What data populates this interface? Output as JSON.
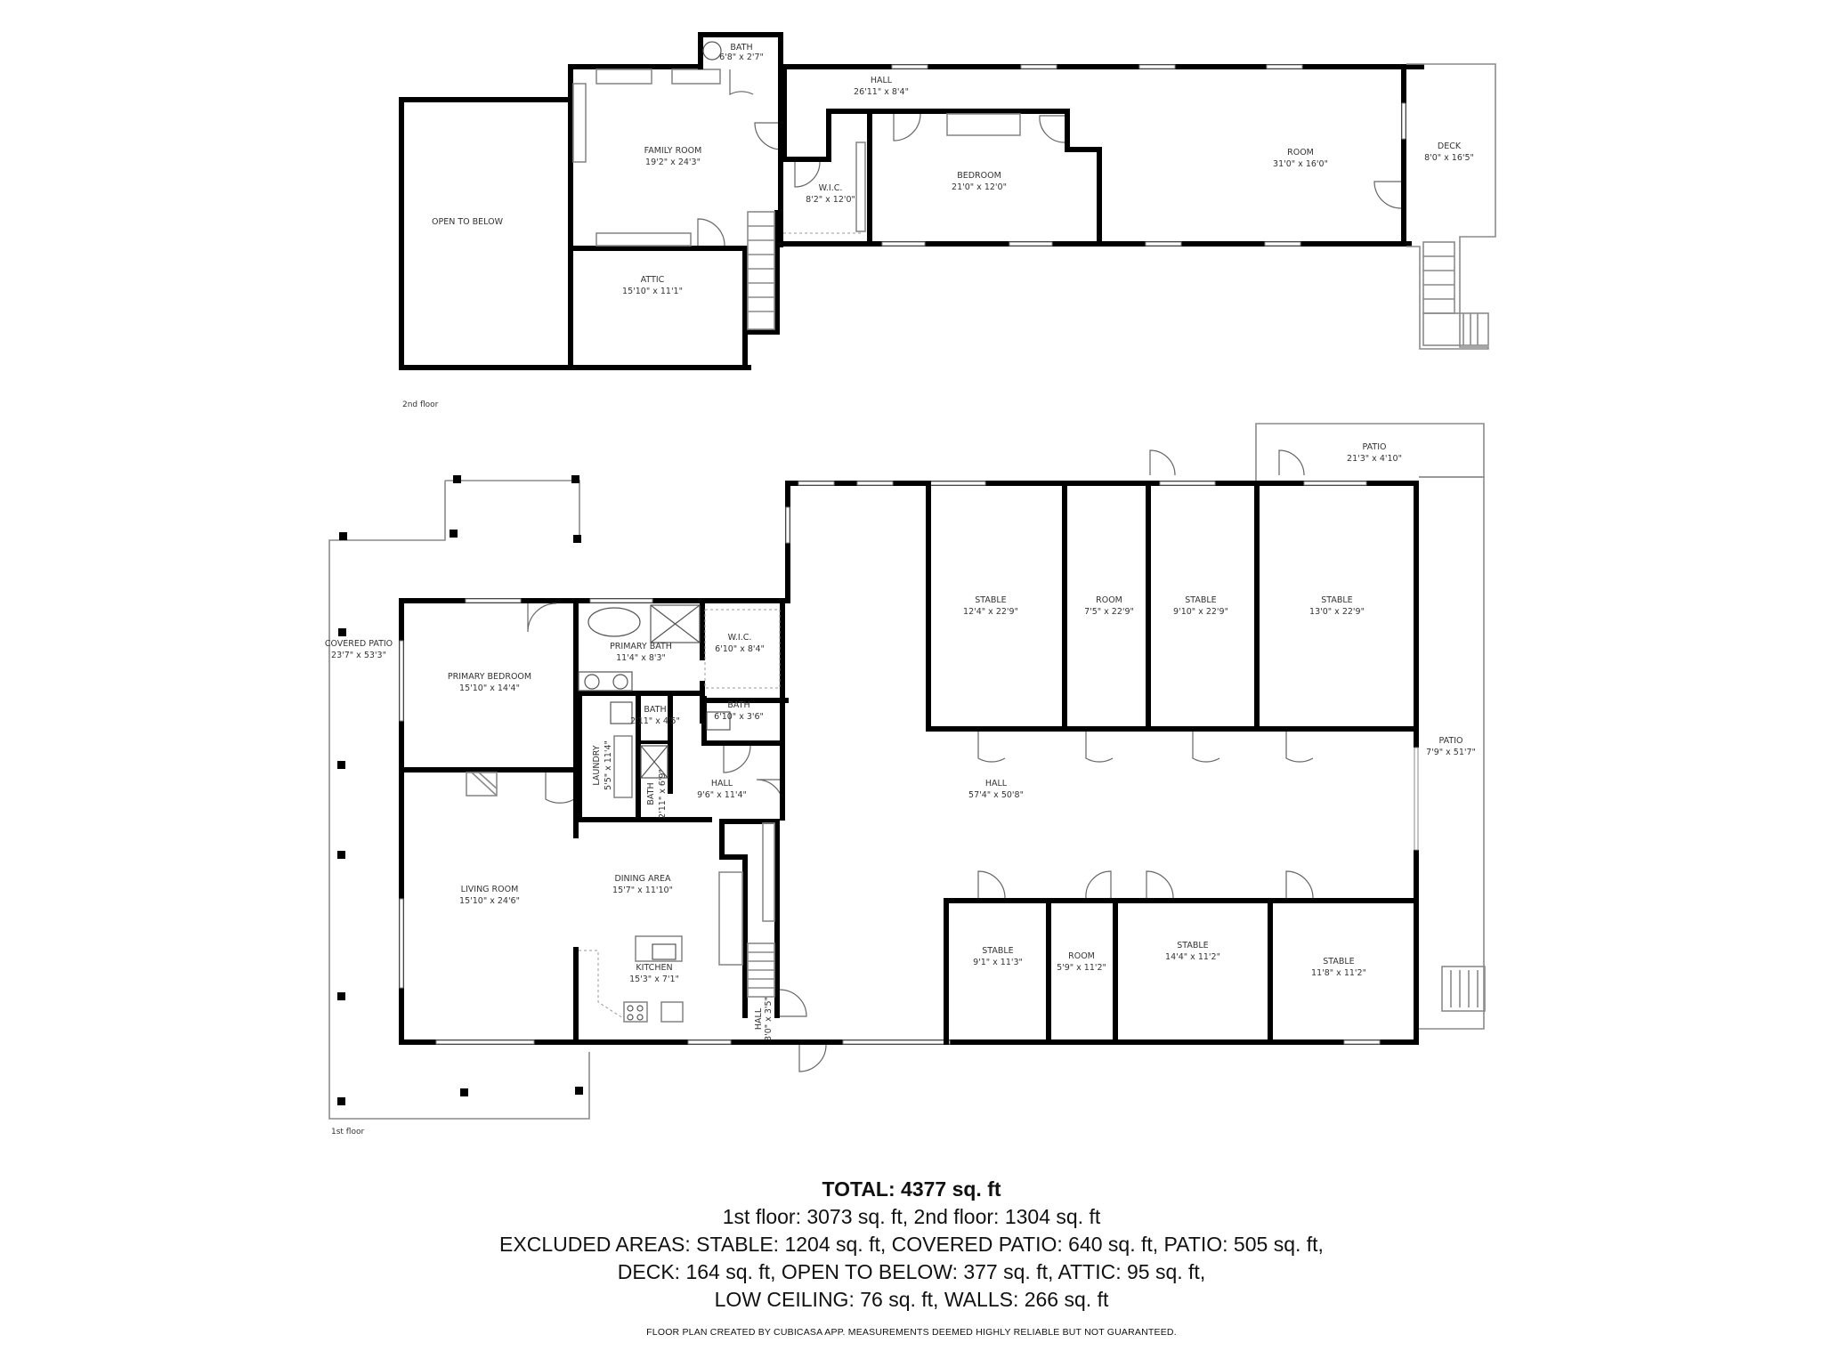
{
  "floors": {
    "second": {
      "label": "2nd floor",
      "rooms": [
        {
          "id": "bath2",
          "name": "BATH",
          "dims": "6'8\" x 2'7\""
        },
        {
          "id": "family",
          "name": "FAMILY ROOM",
          "dims": "19'2\" x 24'3\""
        },
        {
          "id": "open",
          "name": "OPEN TO BELOW",
          "dims": ""
        },
        {
          "id": "attic",
          "name": "ATTIC",
          "dims": "15'10\" x 11'1\""
        },
        {
          "id": "hall2",
          "name": "HALL",
          "dims": "26'11\" x 8'4\""
        },
        {
          "id": "wic2",
          "name": "W.I.C.",
          "dims": "8'2\" x 12'0\""
        },
        {
          "id": "bedroom2",
          "name": "BEDROOM",
          "dims": "21'0\" x 12'0\""
        },
        {
          "id": "room2",
          "name": "ROOM",
          "dims": "31'0\" x 16'0\""
        },
        {
          "id": "deck",
          "name": "DECK",
          "dims": "8'0\" x 16'5\""
        }
      ]
    },
    "first": {
      "label": "1st floor",
      "rooms": [
        {
          "id": "covpatio",
          "name": "COVERED PATIO",
          "dims": "23'7\" x 53'3\""
        },
        {
          "id": "pbed",
          "name": "PRIMARY BEDROOM",
          "dims": "15'10\" x 14'4\""
        },
        {
          "id": "pbath",
          "name": "PRIMARY BATH",
          "dims": "11'4\" x 8'3\""
        },
        {
          "id": "wic1",
          "name": "W.I.C.",
          "dims": "6'10\" x 8'4\""
        },
        {
          "id": "bathA",
          "name": "BATH",
          "dims": "2'11\" x 4'5\""
        },
        {
          "id": "bathB",
          "name": "BATH",
          "dims": "6'10\" x 3'6\""
        },
        {
          "id": "laundry",
          "name": "LAUNDRY",
          "dims": "5'5\" x 11'4\""
        },
        {
          "id": "bathC",
          "name": "BATH",
          "dims": "2'11\" x 6'9\""
        },
        {
          "id": "hallA",
          "name": "HALL",
          "dims": "9'6\" x 11'4\""
        },
        {
          "id": "living",
          "name": "LIVING ROOM",
          "dims": "15'10\" x 24'6\""
        },
        {
          "id": "dining",
          "name": "DINING AREA",
          "dims": "15'7\" x 11'10\""
        },
        {
          "id": "kitchen",
          "name": "KITCHEN",
          "dims": "15'3\" x 7'1\""
        },
        {
          "id": "hallB",
          "name": "HALL",
          "dims": "3'0\" x 3'5\""
        },
        {
          "id": "stable1",
          "name": "STABLE",
          "dims": "12'4\" x 22'9\""
        },
        {
          "id": "room1",
          "name": "ROOM",
          "dims": "7'5\" x 22'9\""
        },
        {
          "id": "stable2",
          "name": "STABLE",
          "dims": "9'10\" x 22'9\""
        },
        {
          "id": "stable3",
          "name": "STABLE",
          "dims": "13'0\" x 22'9\""
        },
        {
          "id": "patioTop",
          "name": "PATIO",
          "dims": "21'3\" x 4'10\""
        },
        {
          "id": "hallBig",
          "name": "HALL",
          "dims": "57'4\" x 50'8\""
        },
        {
          "id": "patioSide",
          "name": "PATIO",
          "dims": "7'9\" x 51'7\""
        },
        {
          "id": "stable4",
          "name": "STABLE",
          "dims": "9'1\" x 11'3\""
        },
        {
          "id": "room3",
          "name": "ROOM",
          "dims": "5'9\" x 11'2\""
        },
        {
          "id": "stable5",
          "name": "STABLE",
          "dims": "14'4\" x 11'2\""
        },
        {
          "id": "stable6",
          "name": "STABLE",
          "dims": "11'8\" x 11'2\""
        }
      ]
    }
  },
  "summary": {
    "total": "TOTAL: 4377 sq. ft",
    "line1": "1st floor: 3073 sq. ft, 2nd floor: 1304 sq. ft",
    "line2": "EXCLUDED AREAS: STABLE: 1204 sq. ft, COVERED PATIO: 640 sq. ft, PATIO: 505 sq. ft,",
    "line3": "DECK: 164 sq. ft, OPEN TO BELOW: 377 sq. ft, ATTIC: 95 sq. ft,",
    "line4": "LOW CEILING: 76 sq. ft, WALLS: 266 sq. ft",
    "disclaimer": "FLOOR PLAN CREATED BY CUBICASA APP. MEASUREMENTS DEEMED HIGHLY RELIABLE BUT NOT GUARANTEED."
  },
  "colors": {
    "wall": "#000000",
    "outline": "#8a8a8a",
    "text": "#333333",
    "background": "#ffffff"
  }
}
